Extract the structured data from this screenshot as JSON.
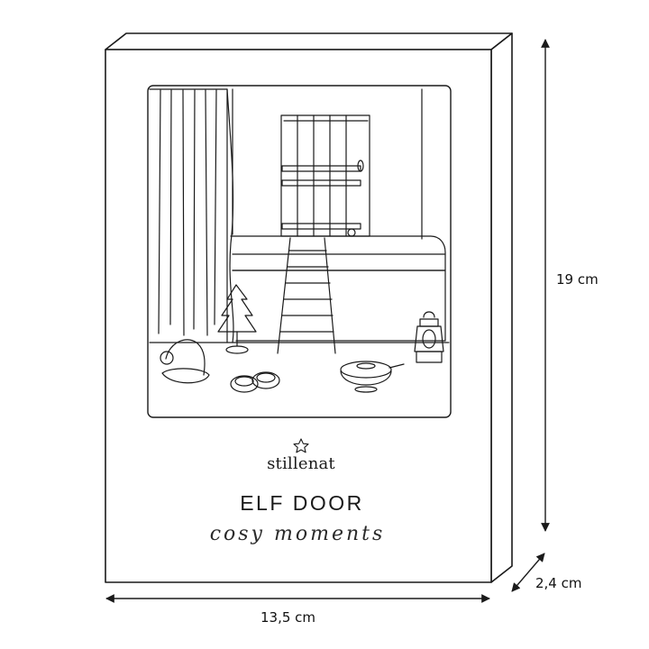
{
  "package": {
    "brand": "stillenat",
    "title": "ELF DOOR",
    "tagline": "cosy moments"
  },
  "dimensions": {
    "height": "19 cm",
    "depth": "2,4 cm",
    "width": "13,5 cm"
  },
  "colors": {
    "line": "#1a1a1a",
    "background": "#ffffff"
  },
  "icons": {
    "brand_mark": "star-icon"
  }
}
